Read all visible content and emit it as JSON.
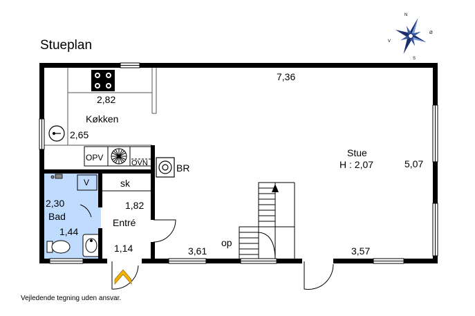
{
  "title": "Stueplan",
  "disclaimer": "Vejledende tegning uden ansvar.",
  "compass": {
    "n": "N",
    "s": "S",
    "e": "Ø",
    "w": "V"
  },
  "rooms": {
    "kitchen": {
      "name": "Køkken",
      "width": "2,82",
      "depth": "2,65"
    },
    "living": {
      "name": "Stue",
      "height": "H : 2,07",
      "width": "7,36",
      "depth": "5,07",
      "bottom_right": "3,57",
      "bottom_left": "3,61"
    },
    "bath": {
      "name": "Bad",
      "width": "2,30",
      "depth": "1,44"
    },
    "entry": {
      "name": "Entré",
      "depth": "1,82",
      "width": "1,14"
    }
  },
  "fixtures": {
    "dishwasher": "OPV",
    "oven": "OVN",
    "stove": "BR",
    "closet": "sk",
    "washer": "V",
    "stairs_up": "op"
  },
  "colors": {
    "wall": "#000000",
    "bath_floor": "#bfdcff",
    "entry_arrow": "#f2b000"
  }
}
